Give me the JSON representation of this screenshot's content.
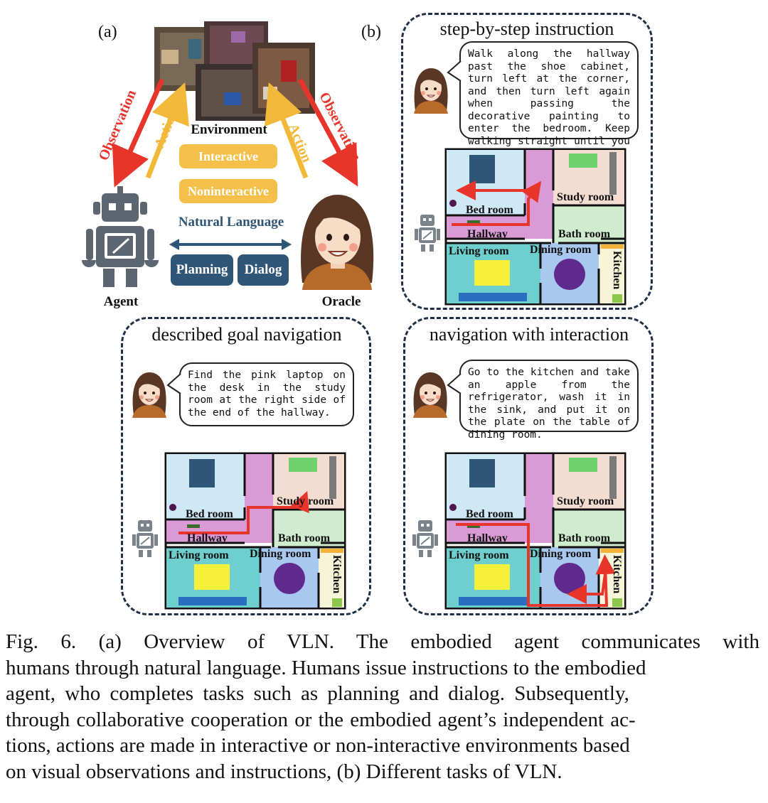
{
  "panel_a_label": "(a)",
  "panel_b_label": "(b)",
  "overview": {
    "environment": "Environment",
    "interactive": "Interactive",
    "noninteractive": "Noninteractive",
    "natural_language": "Natural Language",
    "planning": "Planning",
    "dialog": "Dialog",
    "agent": "Agent",
    "oracle": "Oracle",
    "observation_left": "Observation",
    "action_left": "Action",
    "action_right": "Action",
    "observation_right": "Observation"
  },
  "tasks": [
    {
      "title": "step-by-step instruction",
      "instruction": "Walk along the hallway past the shoe cabinet, turn left at the corner, and then turn left again when passing the decorative painting to enter the bedroom. Keep walking straight until you reach the vacuum cleaner."
    },
    {
      "title": "described goal navigation",
      "instruction": "Find the pink laptop on the desk in the study room at the right side of the end of the hallway."
    },
    {
      "title": "navigation with interaction",
      "instruction": "Go to the kitchen and take an apple from the refrigerator, wash it in the sink, and put it on the plate on the table of dining room."
    }
  ],
  "floorplan_rooms": {
    "bed_room": "Bed room",
    "study_room": "Study room",
    "hallway": "Hallway",
    "bath_room": "Bath room",
    "living_room": "Living room",
    "dining_room": "Dining room",
    "kitchen": "Kitchen"
  },
  "caption": {
    "line1": "Fig. 6.  (a) Overview of VLN. The embodied agent communicates with",
    "line2": "humans through natural language. Humans issue instructions to the embodied",
    "line3": "agent, who completes tasks such as planning and dialog. Subsequently,",
    "line4": "through collaborative cooperation or the embodied agent’s independent ac-",
    "line5": "tions, actions are made in interactive or non-interactive environments based",
    "line6": "on visual observations and instructions, (b) Different tasks of VLN."
  },
  "colors": {
    "observation": "#e8352b",
    "action": "#f2b83a",
    "dark_blue": "#2f5577",
    "box_border": "#1f2f45",
    "route": "#e8352b"
  }
}
